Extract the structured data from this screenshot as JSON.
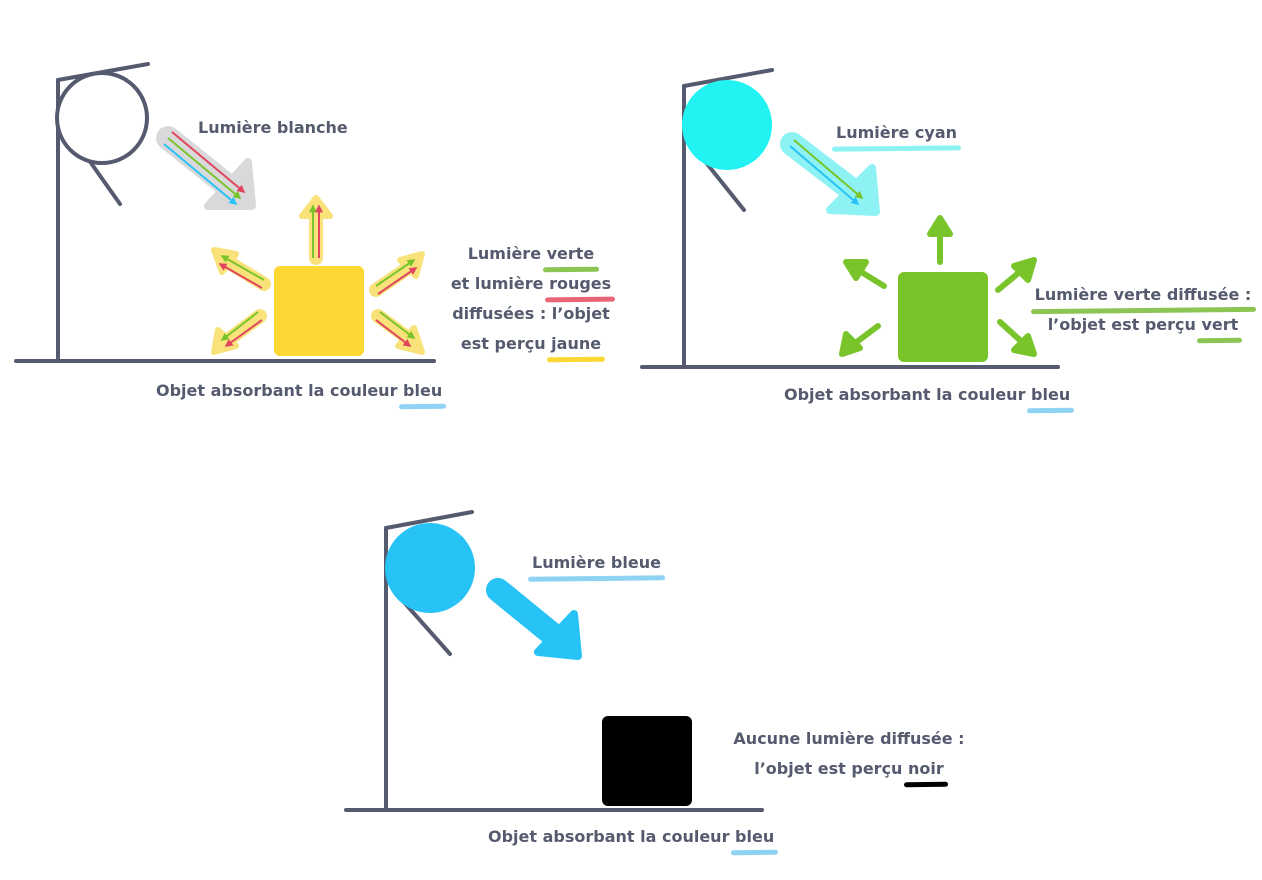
{
  "colors": {
    "line": "#555a6e",
    "white_ray": "#d9d9dc",
    "cyan": "#22f2f2",
    "cyan_ray": "#8ef2f4",
    "blue": "#27c3f6",
    "yellow": "#fdd835",
    "yellow_glow": "#f9e27a",
    "green": "#7ac42b",
    "green_hl": "#8cc554",
    "red": "#e0455e",
    "red_hl": "#ea6677",
    "blue_hl": "#8ed3f4",
    "black": "#000000"
  },
  "panels": [
    {
      "light_label": "Lumière blanche",
      "scatter_text": {
        "l1_pre": "Lumière ",
        "l1_hl": "verte",
        "l2_pre": "et lumière ",
        "l2_hl": "rouges",
        "l3": "diffusées : l’objet",
        "l4_pre": "est perçu ",
        "l4_hl": "jaune"
      },
      "caption_pre": "Objet absorbant la couleur ",
      "caption_hl": "bleu"
    },
    {
      "light_label": "Lumière cyan",
      "scatter_text": {
        "l1": "Lumière verte diffusée :",
        "l2_pre": "l’objet est perçu ",
        "l2_hl": "vert"
      },
      "caption_pre": "Objet absorbant la couleur ",
      "caption_hl": "bleu"
    },
    {
      "light_label": "Lumière bleue",
      "scatter_text": {
        "l1": "Aucune lumière diffusée :",
        "l2_pre": "l’objet est perçu ",
        "l2_hl": "noir"
      },
      "caption_pre": "Objet absorbant la couleur ",
      "caption_hl": "bleu"
    }
  ]
}
